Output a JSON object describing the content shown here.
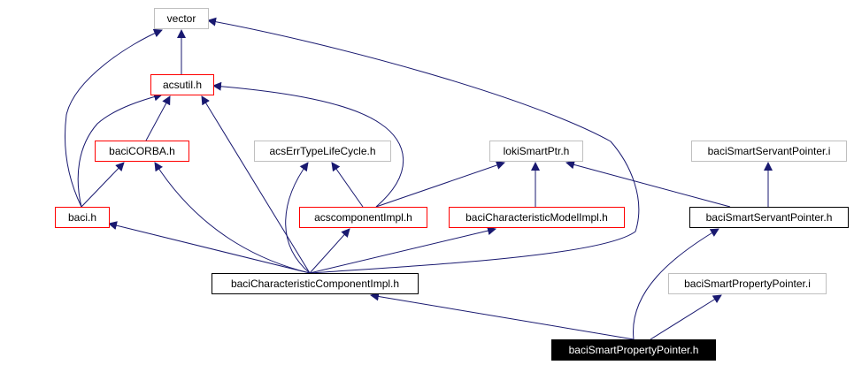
{
  "diagram": {
    "nodes": [
      {
        "id": "vector",
        "label": "vector",
        "style": "gray"
      },
      {
        "id": "acsutil",
        "label": "acsutil.h",
        "style": "red"
      },
      {
        "id": "baciCORBA",
        "label": "baciCORBA.h",
        "style": "red"
      },
      {
        "id": "baci",
        "label": "baci.h",
        "style": "red"
      },
      {
        "id": "acsErrType",
        "label": "acsErrTypeLifeCycle.h",
        "style": "gray"
      },
      {
        "id": "lokiSmartPtr",
        "label": "lokiSmartPtr.h",
        "style": "gray"
      },
      {
        "id": "baciSmartServantPointerI",
        "label": "baciSmartServantPointer.i",
        "style": "gray"
      },
      {
        "id": "acscomponentImpl",
        "label": "acscomponentImpl.h",
        "style": "red"
      },
      {
        "id": "baciCharModelImpl",
        "label": "baciCharacteristicModelImpl.h",
        "style": "red"
      },
      {
        "id": "baciSmartServantPointerH",
        "label": "baciSmartServantPointer.h",
        "style": "black"
      },
      {
        "id": "baciCharCompImpl",
        "label": "baciCharacteristicComponentImpl.h",
        "style": "black"
      },
      {
        "id": "baciSmartPropPointerI",
        "label": "baciSmartPropertyPointer.i",
        "style": "gray"
      },
      {
        "id": "baciSmartPropPointerH",
        "label": "baciSmartPropertyPointer.h",
        "style": "filled"
      }
    ],
    "edges": [
      {
        "from": "acsutil",
        "to": "vector"
      },
      {
        "from": "baci",
        "to": "vector"
      },
      {
        "from": "baciCharCompImpl",
        "to": "vector"
      },
      {
        "from": "baciCORBA",
        "to": "acsutil"
      },
      {
        "from": "baci",
        "to": "acsutil"
      },
      {
        "from": "baciCharCompImpl",
        "to": "acsutil"
      },
      {
        "from": "acscomponentImpl",
        "to": "acsutil"
      },
      {
        "from": "baci",
        "to": "baciCORBA"
      },
      {
        "from": "baciCharCompImpl",
        "to": "baciCORBA"
      },
      {
        "from": "baciCharCompImpl",
        "to": "baci"
      },
      {
        "from": "baciCharCompImpl",
        "to": "acsErrType"
      },
      {
        "from": "acscomponentImpl",
        "to": "acsErrType"
      },
      {
        "from": "acscomponentImpl",
        "to": "lokiSmartPtr"
      },
      {
        "from": "baciCharModelImpl",
        "to": "lokiSmartPtr"
      },
      {
        "from": "baciSmartServantPointerH",
        "to": "lokiSmartPtr"
      },
      {
        "from": "baciSmartServantPointerH",
        "to": "baciSmartServantPointerI"
      },
      {
        "from": "baciCharCompImpl",
        "to": "acscomponentImpl"
      },
      {
        "from": "baciCharCompImpl",
        "to": "baciCharModelImpl"
      },
      {
        "from": "baciSmartPropPointerH",
        "to": "baciSmartServantPointerH"
      },
      {
        "from": "baciSmartPropPointerH",
        "to": "baciCharCompImpl"
      },
      {
        "from": "baciSmartPropPointerH",
        "to": "baciSmartPropPointerI"
      }
    ],
    "colors": {
      "edge": "#191970",
      "gray_border": "#bfbfbf",
      "red_border": "#ff0000",
      "black_border": "#000000",
      "filled_bg": "#000000",
      "filled_text": "#ffffff",
      "text": "#000000"
    }
  }
}
